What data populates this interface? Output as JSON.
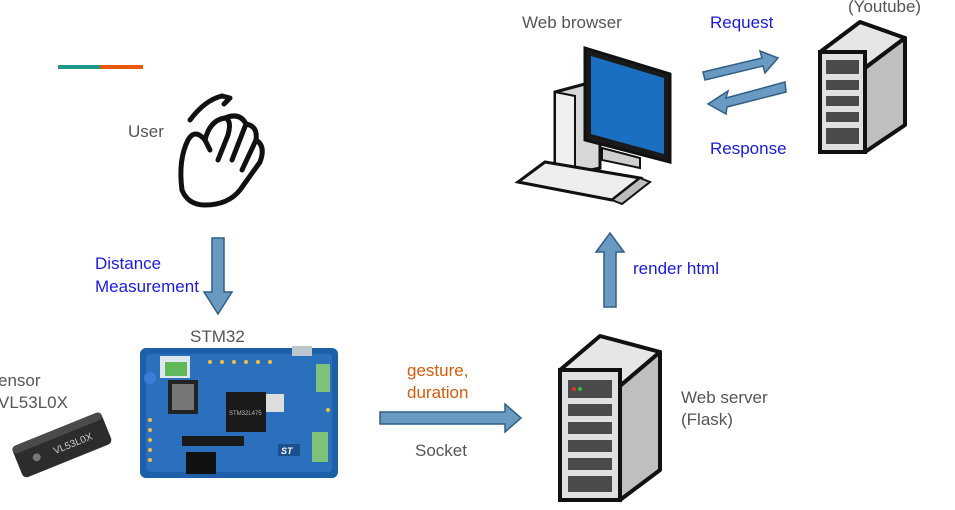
{
  "labels": {
    "youtube": "(Youtube)",
    "web_browser": "Web browser",
    "request": "Request",
    "response": "Response",
    "user": "User",
    "distance_line1": "Distance",
    "distance_line2": "Measurement",
    "stm32": "STM32",
    "sensor_line1": "ensor",
    "sensor_line2": "VL53L0X",
    "gesture_line1": "gesture,",
    "gesture_line2": "duration",
    "socket": "Socket",
    "render_html": "render html",
    "web_server_line1": "Web server",
    "web_server_line2": "(Flask)"
  },
  "board_text": {
    "chip_main": "STM32L475",
    "chip_st": "ST",
    "sensor_chip": "VL53L0X"
  },
  "colors": {
    "blue_text": "#1a1adf",
    "orange_text": "#d65b0a",
    "gray_text": "#555555",
    "arrow_fill": "#6a9ac2",
    "arrow_stroke": "#2f5f86",
    "accent_teal": "#1e9a8a",
    "accent_orange": "#e8590c"
  }
}
